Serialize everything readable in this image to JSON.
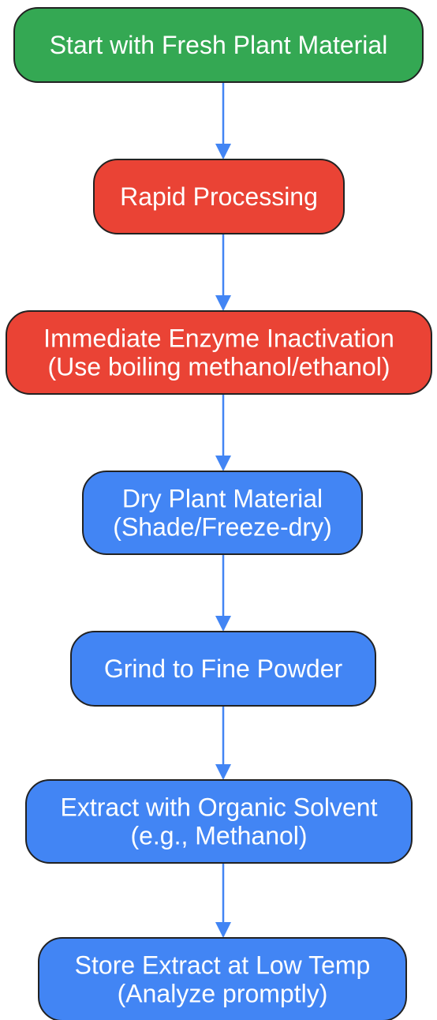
{
  "colors": {
    "start": "#34A853",
    "critical": "#EA4335",
    "process": "#4285F4",
    "edge": "#4285F4",
    "border": "#222222",
    "text": "#ffffff"
  },
  "nodes": [
    {
      "id": "start-fresh-plant-material",
      "lines": [
        "Start with Fresh Plant Material"
      ],
      "kind": "start"
    },
    {
      "id": "rapid-processing",
      "lines": [
        "Rapid Processing"
      ],
      "kind": "critical"
    },
    {
      "id": "immediate-enzyme-inactivation",
      "lines": [
        "Immediate Enzyme Inactivation",
        "(Use boiling methanol/ethanol)"
      ],
      "kind": "critical"
    },
    {
      "id": "dry-plant-material",
      "lines": [
        "Dry Plant Material",
        "(Shade/Freeze-dry)"
      ],
      "kind": "process"
    },
    {
      "id": "grind-fine-powder",
      "lines": [
        "Grind to Fine Powder"
      ],
      "kind": "process"
    },
    {
      "id": "extract-organic-solvent",
      "lines": [
        "Extract with Organic Solvent",
        "(e.g., Methanol)"
      ],
      "kind": "process"
    },
    {
      "id": "store-extract-low-temp",
      "lines": [
        "Store Extract at Low Temp",
        "(Analyze promptly)"
      ],
      "kind": "process"
    }
  ],
  "edges": [
    {
      "from": 0,
      "to": 1
    },
    {
      "from": 1,
      "to": 2
    },
    {
      "from": 2,
      "to": 3
    },
    {
      "from": 3,
      "to": 4
    },
    {
      "from": 4,
      "to": 5
    },
    {
      "from": 5,
      "to": 6
    }
  ]
}
